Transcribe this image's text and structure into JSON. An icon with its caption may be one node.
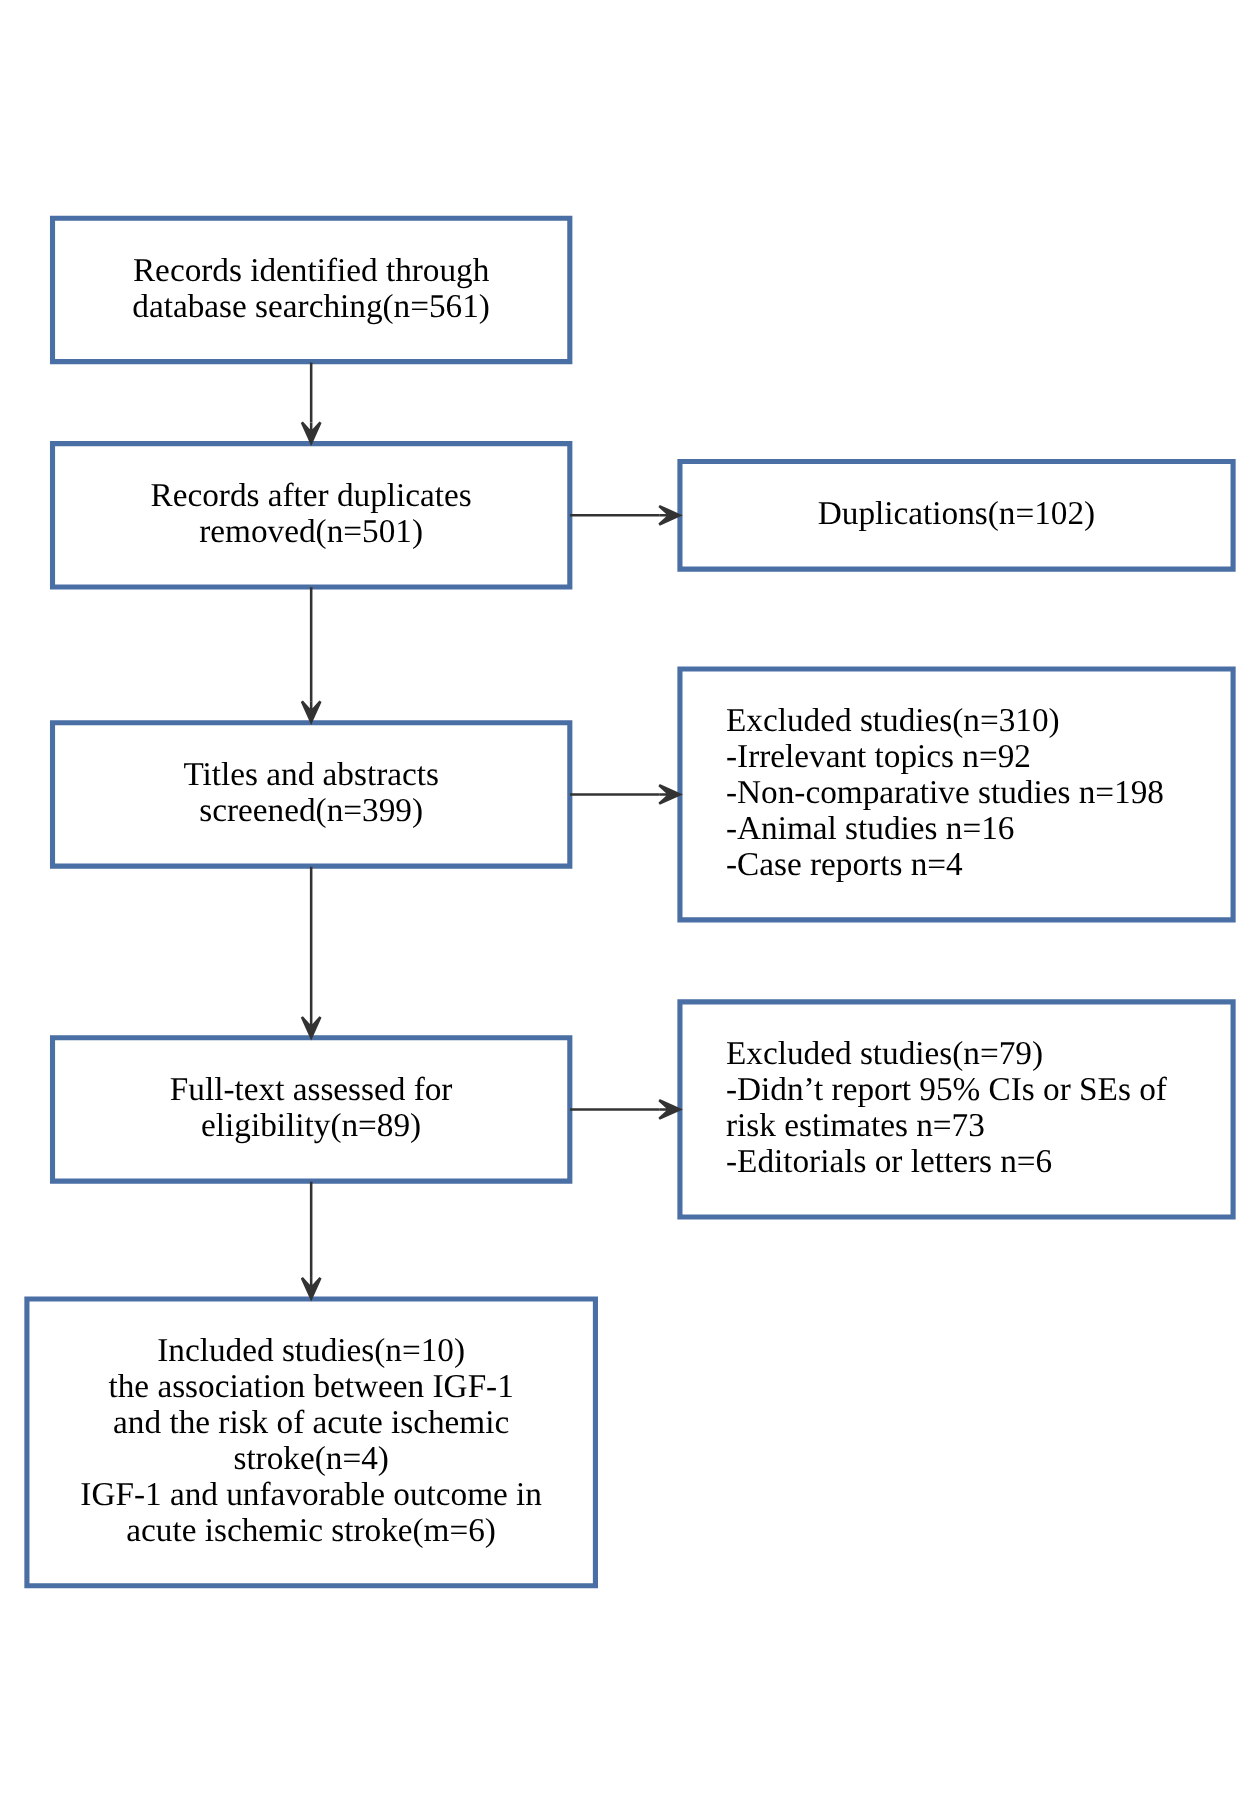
{
  "diagram": {
    "nodes": [
      {
        "text": [
          "Records identified through database searching(n=561)"
        ]
      },
      {
        "text": [
          "Records after duplicates removed(n=501)"
        ]
      },
      {
        "text": [
          "Titles and abstracts screened(n=399)"
        ]
      },
      {
        "text": [
          "Full-text assessed for eligibility(n=89)"
        ]
      },
      {
        "text": [
          "Included studies(n=10)",
          "the association between IGF-1 and the risk of acute ischemic stroke(n=4)",
          "IGF-1 and unfavorable outcome in acute ischemic stroke(m=6)"
        ]
      },
      {
        "text": [
          "Duplications(n=102)"
        ]
      },
      {
        "text": [
          "Excluded studies(n=310)",
          "-Irrelevant topics n=92",
          "-Non-comparative studies n=198",
          "-Animal studies n=16",
          "-Case reports n=4"
        ]
      },
      {
        "text": [
          "Excluded studies(n=79)",
          "-Didn’t report 95% CIs or SEs of risk estimates n=73",
          "-Editorials or letters n=6"
        ]
      }
    ],
    "edges": [
      {
        "from": 0,
        "to": 1,
        "arrow": "to"
      },
      {
        "from": 1,
        "to": 2,
        "arrow": "to"
      },
      {
        "from": 1,
        "to": 5,
        "arrow": "to"
      },
      {
        "from": 2,
        "to": 3,
        "arrow": "to"
      },
      {
        "from": 2,
        "to": 6,
        "arrow": "to"
      },
      {
        "from": 3,
        "to": 4,
        "arrow": "to"
      },
      {
        "from": 3,
        "to": 7,
        "arrow": "to"
      }
    ]
  }
}
